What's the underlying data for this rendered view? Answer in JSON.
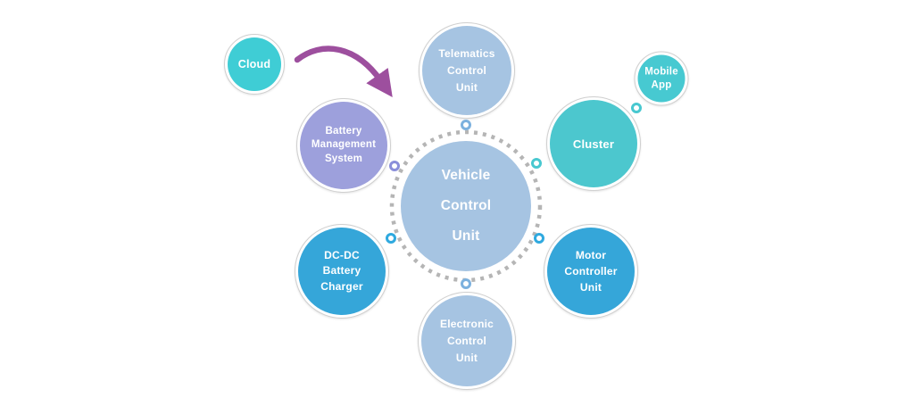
{
  "palette": {
    "arrow": "#9d4f9e",
    "dotted_ring": "#b5b5b5",
    "outline_gray": "#cfcfcf"
  },
  "center_node": {
    "line1": "Vehicle",
    "line2": "Control",
    "line3": "Unit",
    "color": "#a6c4e2"
  },
  "nodes": {
    "cloud": {
      "line1": "Cloud",
      "color": "#3fcdd5"
    },
    "telematics": {
      "line1": "Telematics",
      "line2": "Control",
      "line3": "Unit",
      "color": "#a6c4e2"
    },
    "mobile_app": {
      "line1": "Mobile",
      "line2": "App",
      "color": "#47c9d1"
    },
    "battery": {
      "line1": "Battery",
      "line2": "Management",
      "line3": "System",
      "color": "#9da0dc"
    },
    "cluster": {
      "line1": "Cluster",
      "color": "#4cc7ce"
    },
    "dcdc": {
      "line1": "DC-DC",
      "line2": "Battery",
      "line3": "Charger",
      "color": "#35a6d9"
    },
    "motor": {
      "line1": "Motor",
      "line2": "Controller",
      "line3": "Unit",
      "color": "#35a6d9"
    },
    "ecu": {
      "line1": "Electronic",
      "line2": "Control",
      "line3": "Unit",
      "color": "#a6c4e2"
    }
  },
  "connectors": {
    "top": {
      "color": "#7cb1de"
    },
    "left": {
      "color": "#8a8eda"
    },
    "right": {
      "color": "#48c8d0"
    },
    "bottom_left": {
      "color": "#2fa9df"
    },
    "bottom_right": {
      "color": "#2fa9df"
    },
    "bottom": {
      "color": "#7cb1de"
    },
    "mobile_link": {
      "color": "#48c8d0"
    }
  }
}
